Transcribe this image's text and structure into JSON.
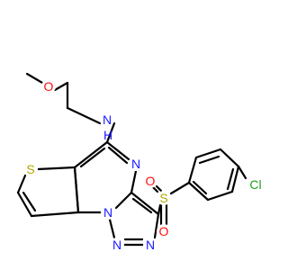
{
  "colors": {
    "carbon_bond": "#000000",
    "nitrogen": "#1919ff",
    "oxygen": "#ff0d0d",
    "sulfur": "#b2a800",
    "chlorine": "#1ea01e",
    "background": "#ffffff"
  },
  "atoms": {
    "o_methoxy": "O",
    "n_amine": "N",
    "h_amine": "H",
    "s_thiophene": "S",
    "n_pyrimidine": "N",
    "n_bridge": "N",
    "n_triazole_1": "N",
    "n_triazole_2": "N",
    "s_sulfonyl": "S",
    "o_sulfonyl_top": "O",
    "o_sulfonyl_bottom": "O",
    "cl": "Cl"
  }
}
